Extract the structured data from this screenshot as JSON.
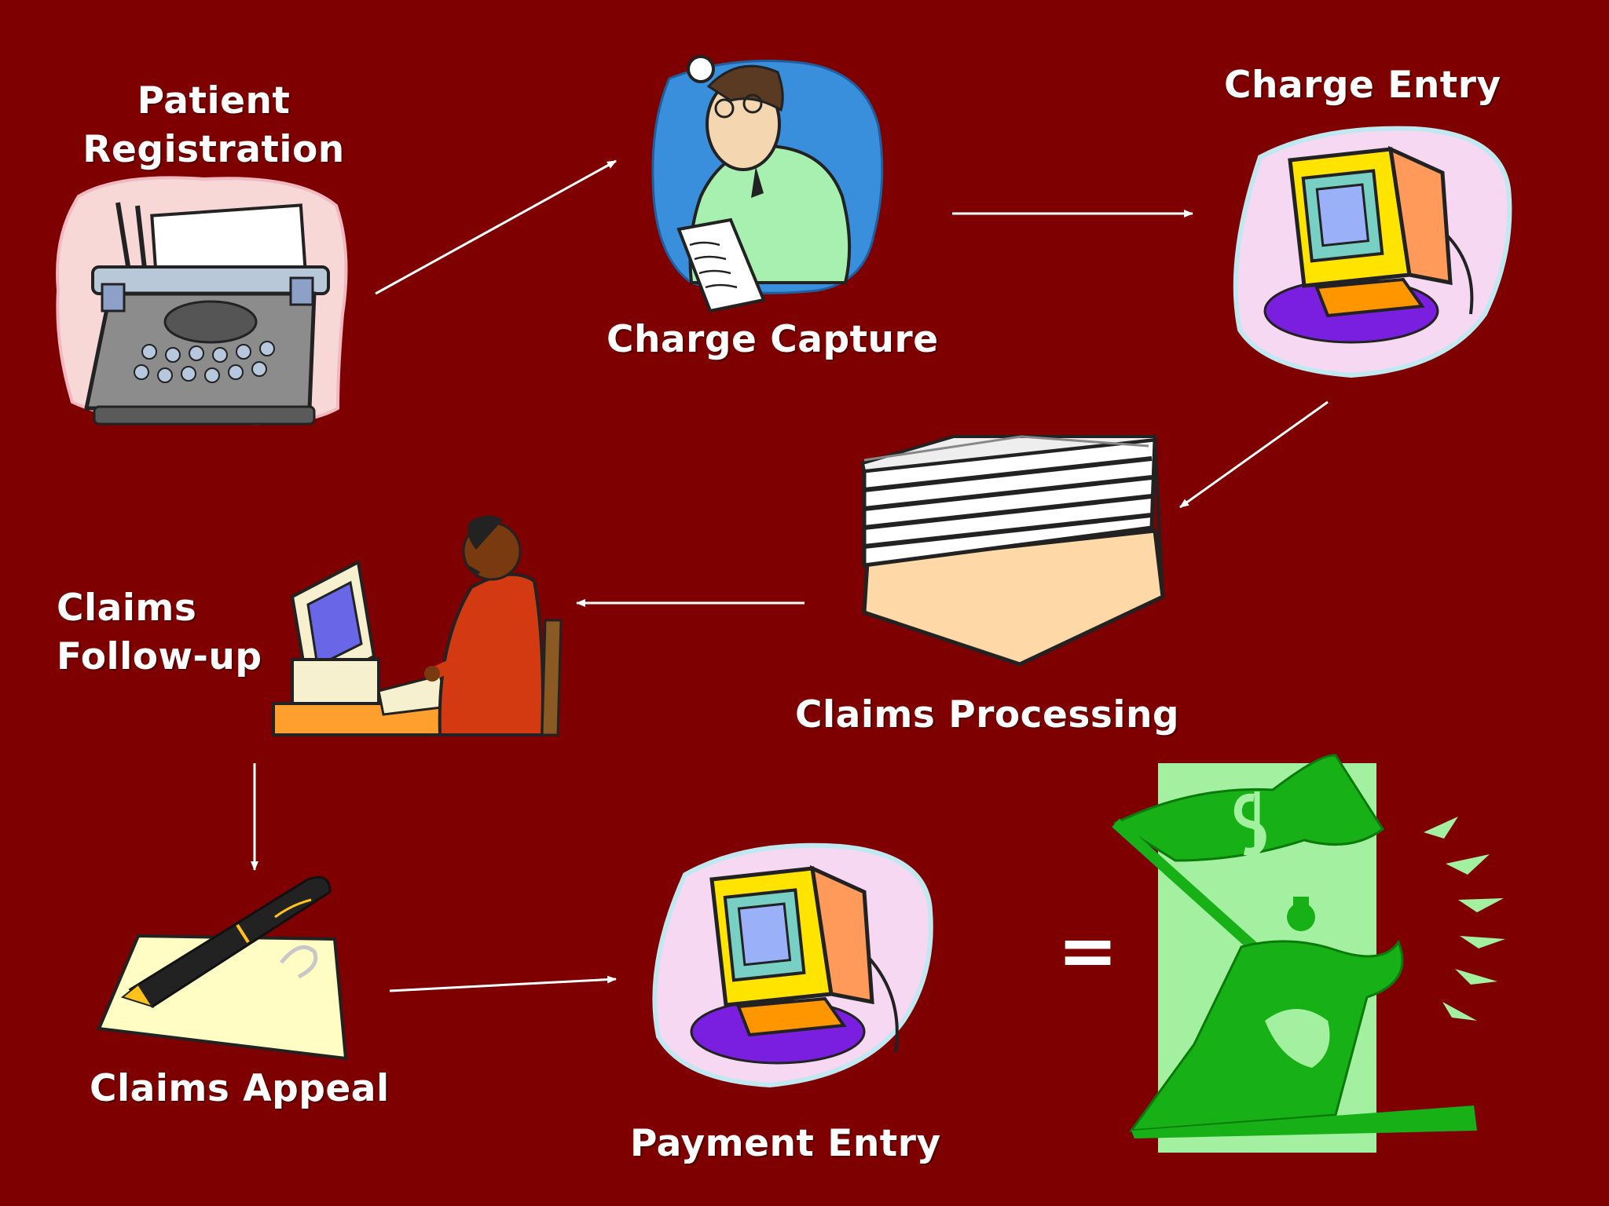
{
  "slide": {
    "background_color": "#7f0000",
    "text_color": "#ffffff",
    "equals_sign": "="
  },
  "steps": {
    "patient_registration": {
      "line1": "Patient",
      "line2": "Registration",
      "icon": "typewriter-icon"
    },
    "charge_capture": {
      "label": "Charge Capture",
      "icon": "doctor-icon"
    },
    "charge_entry": {
      "label": "Charge Entry",
      "icon": "computer-icon"
    },
    "claims_processing": {
      "label": "Claims Processing",
      "icon": "paper-stack-icon"
    },
    "claims_follow_up": {
      "line1": "Claims",
      "line2": "Follow-up",
      "icon": "operator-at-computer-icon"
    },
    "claims_appeal": {
      "label": "Claims Appeal",
      "icon": "pen-and-paper-icon"
    },
    "payment_entry": {
      "label": "Payment Entry",
      "icon": "computer-icon"
    }
  },
  "result": {
    "icon": "money-flag-icon"
  }
}
